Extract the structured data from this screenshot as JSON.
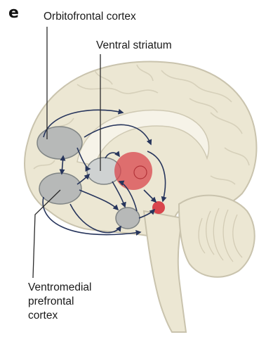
{
  "panel_letter": "e",
  "labels": {
    "orbitofrontal": "Orbitofrontal cortex",
    "ventral_striatum": "Ventral striatum",
    "vmpfc": [
      "Ventromedial",
      "prefrontal",
      "cortex"
    ]
  },
  "colors": {
    "brain_fill": "#ece7d3",
    "brain_outline": "#c9c3ad",
    "region_gray": "#b7b9b8",
    "region_outline": "#7f8484",
    "pathway_arrows": "#27355c",
    "highlight_red": "#d9454c",
    "leader_line": "#2b2b2b"
  }
}
